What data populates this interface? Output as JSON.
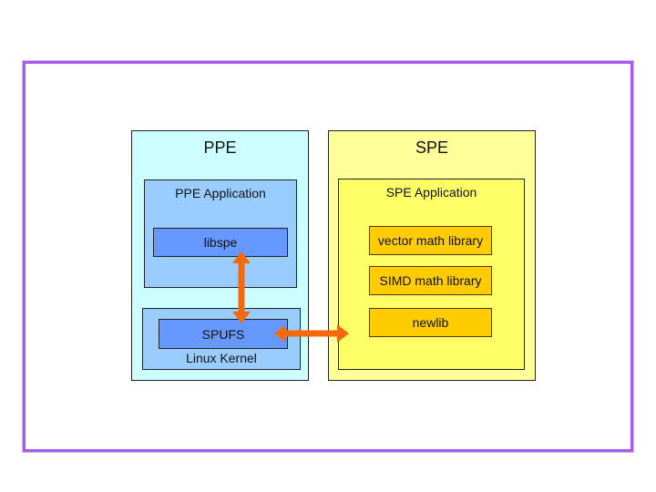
{
  "slide": {
    "background": "#ffffff",
    "frame_border_color": "#a55cee"
  },
  "colors": {
    "ppe_fill": "#ccffff",
    "ppe_inner_fill": "#99ccff",
    "ppe_module_fill": "#6699ff",
    "spe_fill": "#ffff99",
    "spe_inner_fill": "#ffff66",
    "spe_module_fill": "#ffcc00",
    "arrow": "#f6690b",
    "box_border": "#222222"
  },
  "ppe": {
    "title": "PPE",
    "application": {
      "title": "PPE Application",
      "modules": [
        {
          "label": "libspe"
        }
      ]
    },
    "kernel": {
      "title": "Linux Kernel",
      "modules": [
        {
          "label": "SPUFS"
        }
      ]
    }
  },
  "spe": {
    "title": "SPE",
    "application": {
      "title": "SPE Application",
      "modules": [
        {
          "label": "vector math library"
        },
        {
          "label": "SIMD math library"
        },
        {
          "label": "newlib"
        }
      ]
    }
  },
  "connections": [
    {
      "id": "libspe-spufs",
      "from": "libspe",
      "to": "SPUFS",
      "direction": "bidirectional",
      "orientation": "vertical"
    },
    {
      "id": "spufs-spe",
      "from": "SPUFS",
      "to": "SPE Application",
      "direction": "bidirectional",
      "orientation": "horizontal"
    }
  ]
}
